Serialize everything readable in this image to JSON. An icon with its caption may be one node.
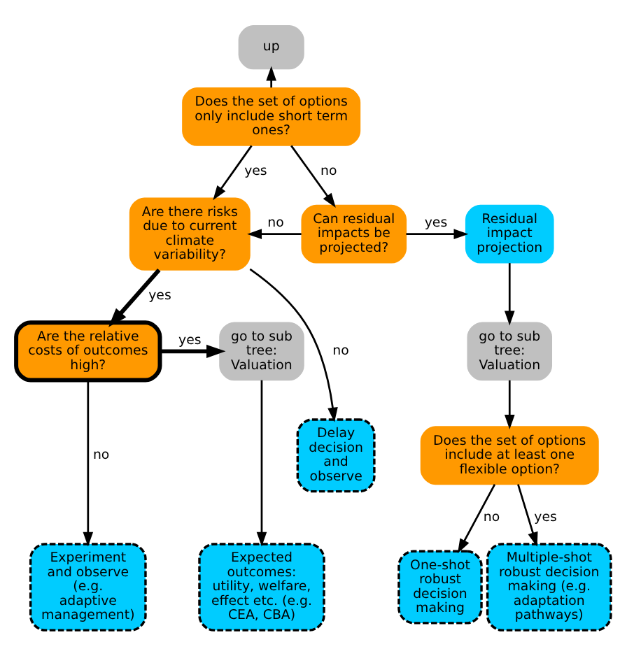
{
  "diagram": {
    "nodes": [
      {
        "text": [
          "up"
        ]
      },
      {
        "text": [
          "Does the set of options only include short term ones?"
        ]
      },
      {
        "text": [
          "Are there risks due to current climate variability?"
        ]
      },
      {
        "text": [
          "Can residual impacts be projected?"
        ]
      },
      {
        "text": [
          "Residual impact projection"
        ]
      },
      {
        "text": [
          "Are the relative costs of outcomes high?"
        ]
      },
      {
        "text": [
          "go to sub tree: Valuation"
        ]
      },
      {
        "text": [
          "go to sub tree: Valuation"
        ]
      },
      {
        "text": [
          "Delay decision and observe"
        ]
      },
      {
        "text": [
          "Does the set of options include at least one flexible option?"
        ]
      },
      {
        "text": [
          "Experiment and observe (e.g. adaptive management)"
        ]
      },
      {
        "text": [
          "Expected outcomes: utility, welfare, effect etc. (e.g. CEA, CBA)"
        ]
      },
      {
        "text": [
          "One-shot robust decision making"
        ]
      },
      {
        "text": [
          "Multiple-shot robust decision making (e.g. adaptation pathways)"
        ]
      }
    ],
    "edges": [
      {
        "from": 1,
        "to": 0,
        "arrow": "to"
      },
      {
        "from": 1,
        "to": 2,
        "arrow": "to",
        "label": "yes"
      },
      {
        "from": 1,
        "to": 3,
        "arrow": "to",
        "label": "no"
      },
      {
        "from": 3,
        "to": 2,
        "arrow": "to",
        "label": "no"
      },
      {
        "from": 3,
        "to": 4,
        "arrow": "to",
        "label": "yes"
      },
      {
        "from": 2,
        "to": 5,
        "arrow": "to",
        "label": "yes",
        "style": "thick"
      },
      {
        "from": 2,
        "to": 8,
        "arrow": "to",
        "label": "no"
      },
      {
        "from": 5,
        "to": 6,
        "arrow": "to",
        "label": "yes",
        "style": "thick"
      },
      {
        "from": 4,
        "to": 7,
        "arrow": "to"
      },
      {
        "from": 5,
        "to": 10,
        "arrow": "to",
        "label": "no"
      },
      {
        "from": 6,
        "to": 11,
        "arrow": "to"
      },
      {
        "from": 7,
        "to": 9,
        "arrow": "to"
      },
      {
        "from": 9,
        "to": 12,
        "arrow": "to",
        "label": "no"
      },
      {
        "from": 9,
        "to": 13,
        "arrow": "to",
        "label": "yes"
      }
    ]
  }
}
